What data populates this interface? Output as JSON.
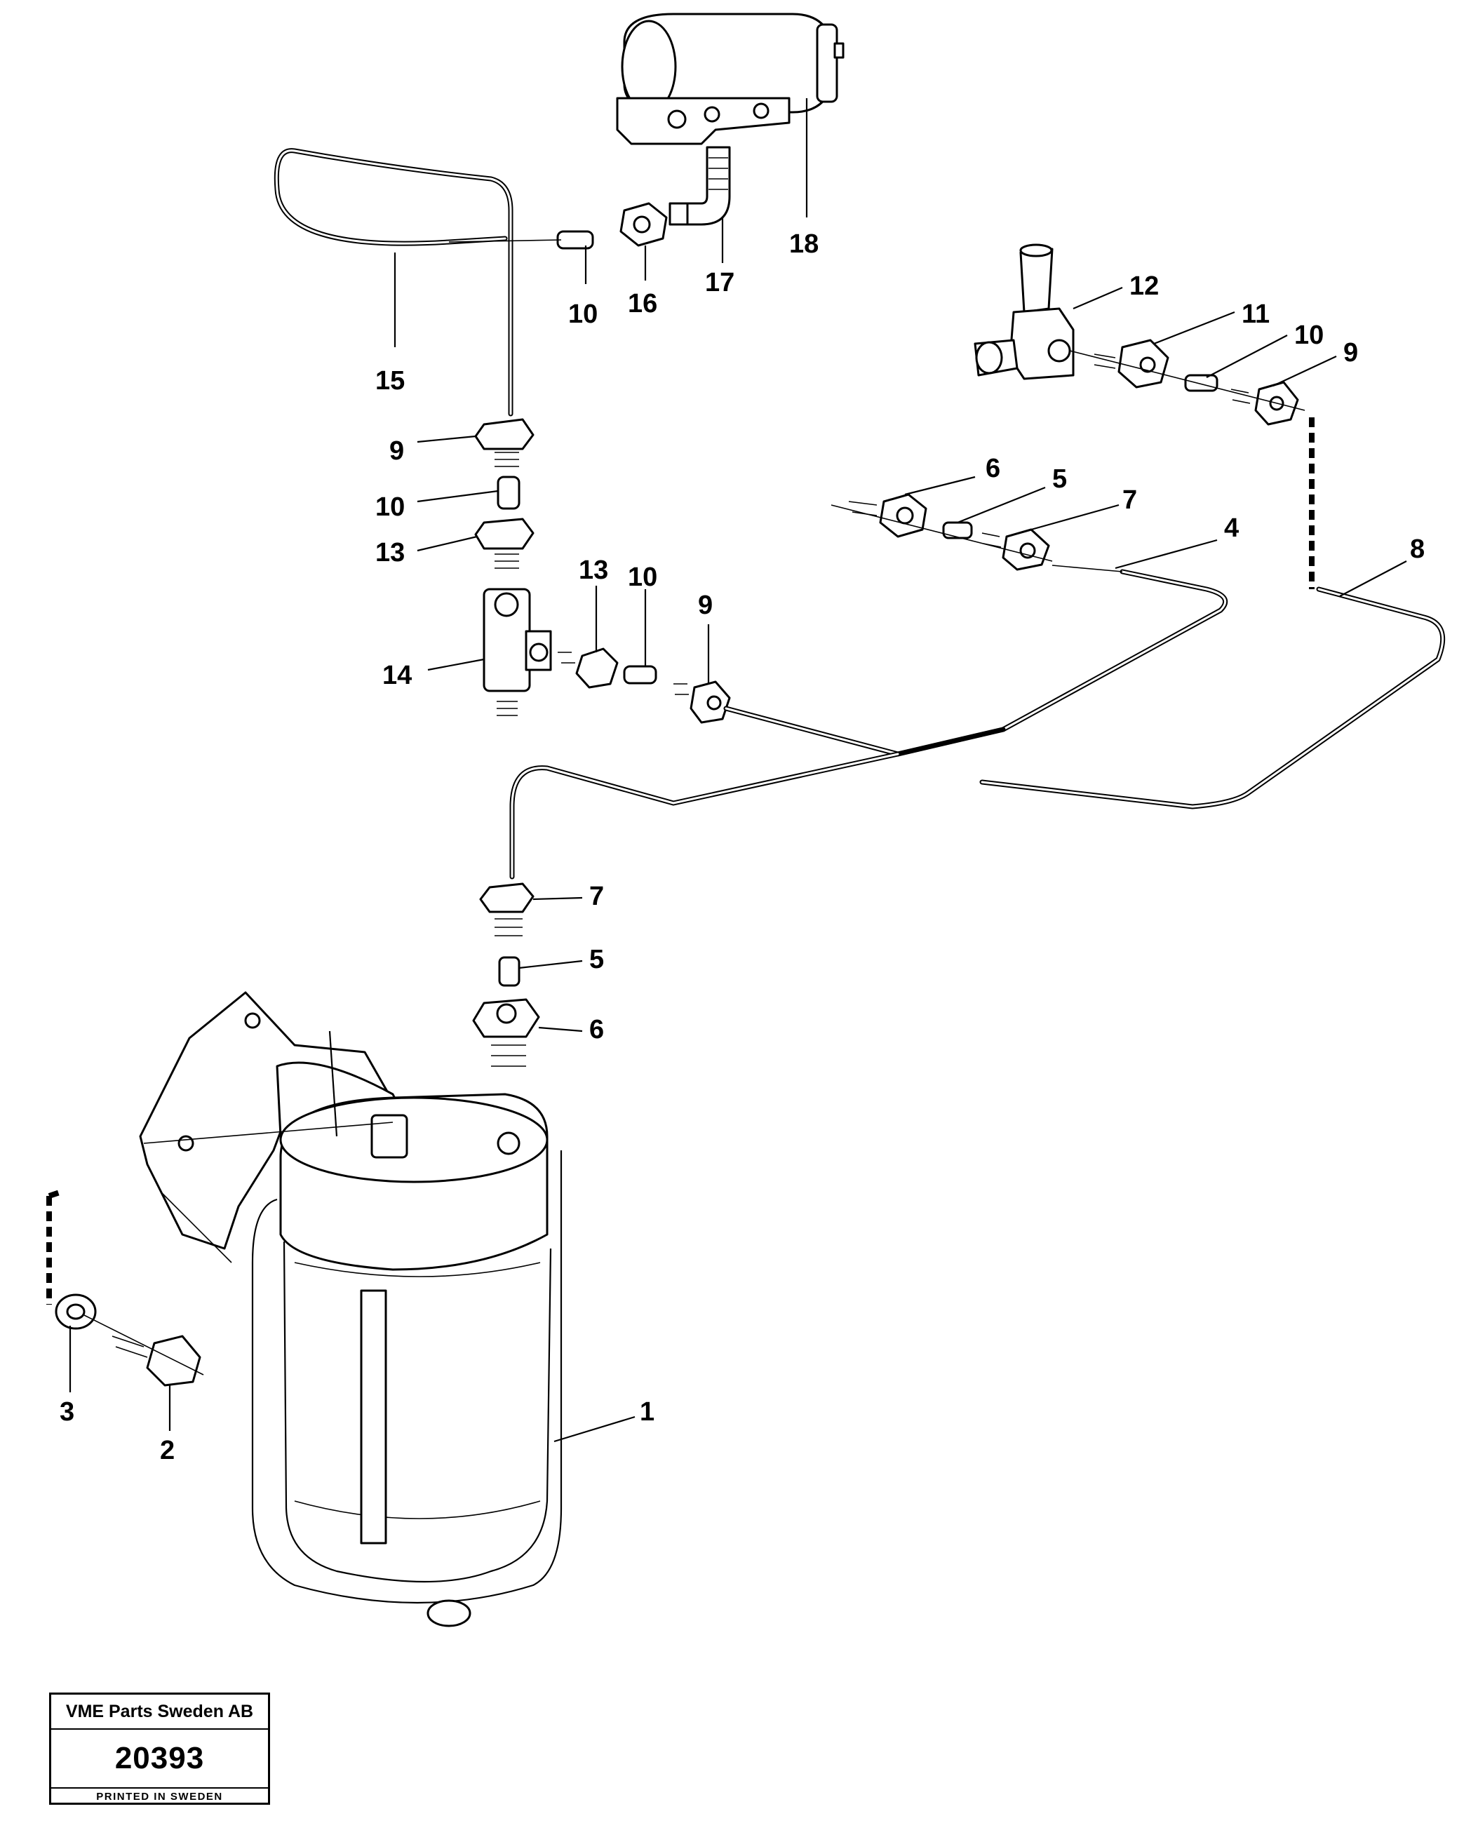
{
  "callouts": [
    {
      "id": "c18",
      "label": "18"
    },
    {
      "id": "c17",
      "label": "17"
    },
    {
      "id": "c16",
      "label": "16"
    },
    {
      "id": "c10a",
      "label": "10"
    },
    {
      "id": "c15",
      "label": "15"
    },
    {
      "id": "c12",
      "label": "12"
    },
    {
      "id": "c11",
      "label": "11"
    },
    {
      "id": "c10b",
      "label": "10"
    },
    {
      "id": "c9a",
      "label": "9"
    },
    {
      "id": "c9b",
      "label": "9"
    },
    {
      "id": "c10c",
      "label": "10"
    },
    {
      "id": "c13a",
      "label": "13"
    },
    {
      "id": "c6a",
      "label": "6"
    },
    {
      "id": "c5a",
      "label": "5"
    },
    {
      "id": "c7a",
      "label": "7"
    },
    {
      "id": "c4",
      "label": "4"
    },
    {
      "id": "c8",
      "label": "8"
    },
    {
      "id": "c13b",
      "label": "13"
    },
    {
      "id": "c10d",
      "label": "10"
    },
    {
      "id": "c9c",
      "label": "9"
    },
    {
      "id": "c14",
      "label": "14"
    },
    {
      "id": "c7b",
      "label": "7"
    },
    {
      "id": "c5b",
      "label": "5"
    },
    {
      "id": "c6b",
      "label": "6"
    },
    {
      "id": "c1",
      "label": "1"
    },
    {
      "id": "c3",
      "label": "3"
    },
    {
      "id": "c2",
      "label": "2"
    }
  ],
  "stamp": {
    "company": "VME Parts Sweden AB",
    "number": "20393",
    "printed": "PRINTED IN SWEDEN"
  }
}
